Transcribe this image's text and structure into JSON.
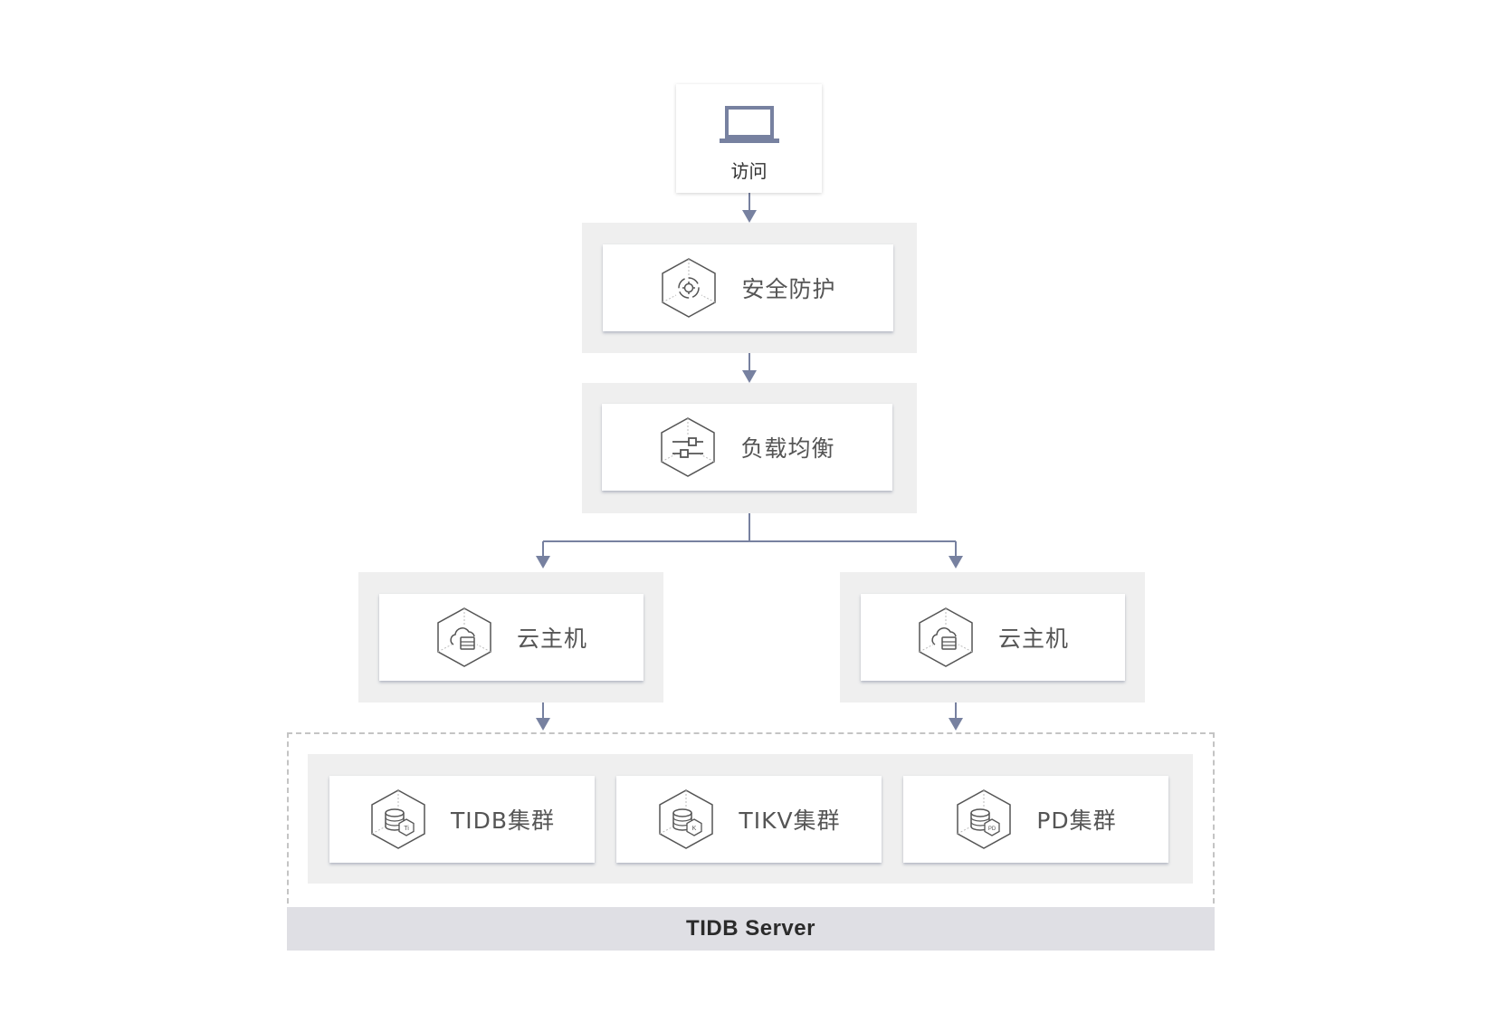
{
  "access": {
    "label": "访问",
    "icon": "laptop-icon"
  },
  "security": {
    "label": "安全防护",
    "icon": "security-gear-icon"
  },
  "load_balance": {
    "label": "负载均衡",
    "icon": "load-balancer-icon"
  },
  "cloud_hosts": [
    {
      "label": "云主机",
      "icon": "cloud-host-icon"
    },
    {
      "label": "云主机",
      "icon": "cloud-host-icon"
    }
  ],
  "clusters": [
    {
      "label": "TIDB集群",
      "icon": "database-icon",
      "badge": "Ti"
    },
    {
      "label": "TIKV集群",
      "icon": "database-icon",
      "badge": "K"
    },
    {
      "label": "PD集群",
      "icon": "database-icon",
      "badge": "PD"
    }
  ],
  "server": {
    "label": "TIDB Server"
  },
  "colors": {
    "connector": "#7781a0",
    "panel": "#efefef",
    "server_bar": "#dfdfe4",
    "icon_stroke": "#555555"
  }
}
